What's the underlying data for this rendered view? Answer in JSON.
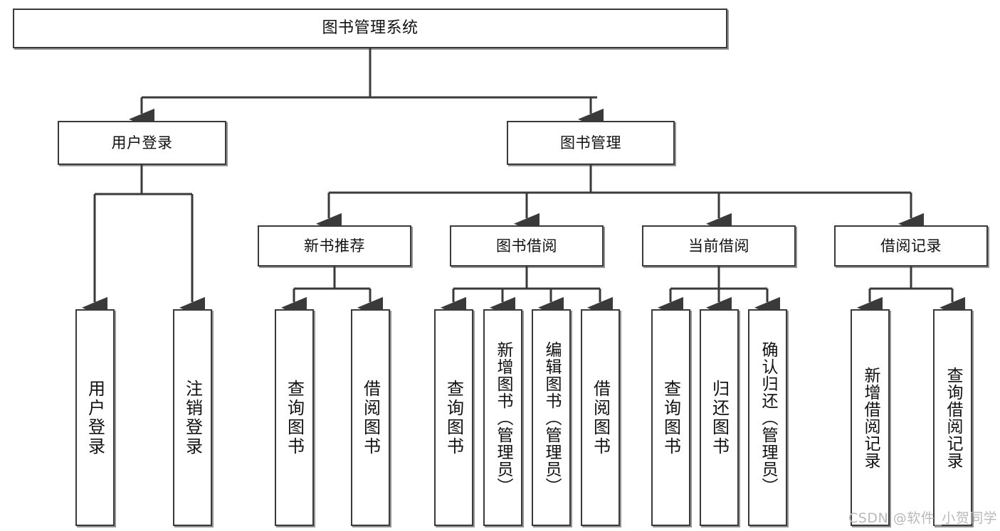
{
  "diagram": {
    "title": "图书管理系统",
    "type": "tree",
    "root": {
      "label": "图书管理系统"
    },
    "level1": [
      {
        "label": "用户登录"
      },
      {
        "label": "图书管理"
      }
    ],
    "level2": [
      {
        "label": "新书推荐"
      },
      {
        "label": "图书借阅"
      },
      {
        "label": "当前借阅"
      },
      {
        "label": "借阅记录"
      }
    ],
    "leaves": {
      "user_login": [
        {
          "label": "用户登录"
        },
        {
          "label": "注销登录"
        }
      ],
      "new_book_recommend": [
        {
          "label": "查询图书"
        },
        {
          "label": "借阅图书"
        }
      ],
      "book_borrow": [
        {
          "label": "查询图书"
        },
        {
          "label": "新增图书（管理员）"
        },
        {
          "label": "编辑图书（管理员）"
        },
        {
          "label": "借阅图书"
        }
      ],
      "current_borrow": [
        {
          "label": "查询图书"
        },
        {
          "label": "归还图书"
        },
        {
          "label": "确认归还（管理员）"
        }
      ],
      "borrow_record": [
        {
          "label": "新增借阅记录"
        },
        {
          "label": "查询借阅记录"
        }
      ]
    }
  },
  "watermark": {
    "text": "CSDN @软件_小贺同学"
  },
  "colors": {
    "stroke": "#3a3a3a",
    "fill": "#ffffff",
    "text": "#111111",
    "watermark": "#b9b9b9"
  }
}
